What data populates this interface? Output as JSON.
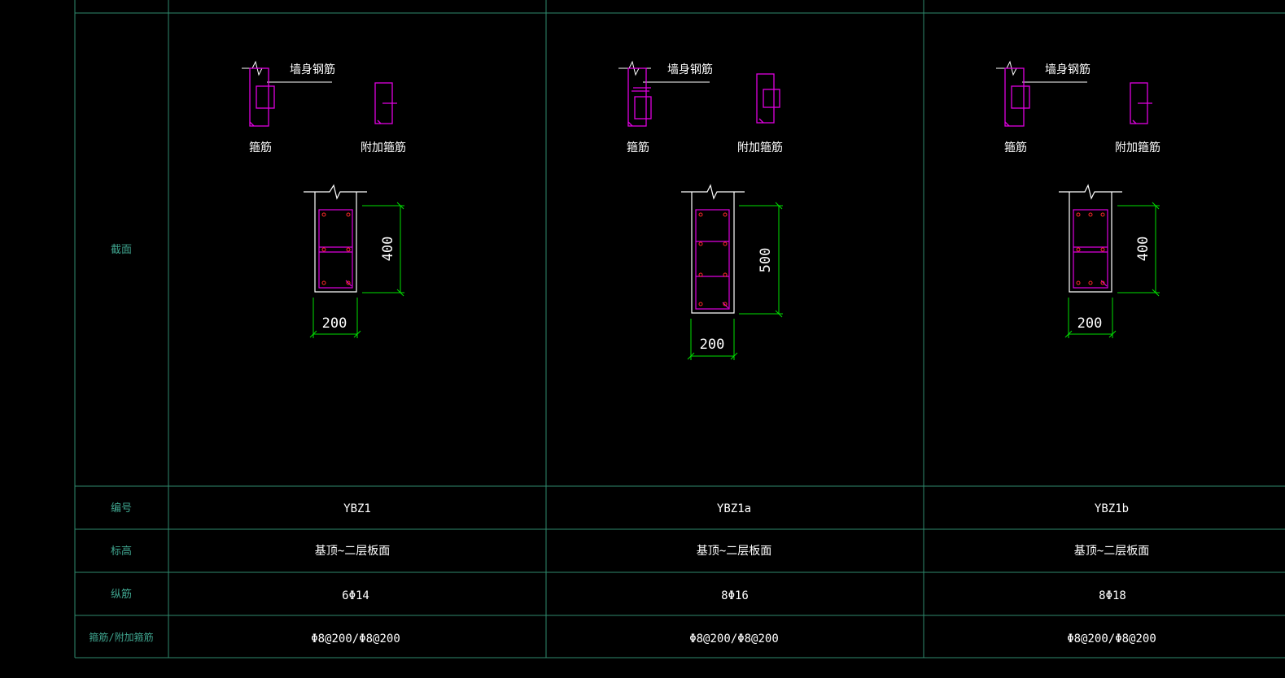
{
  "colors": {
    "background": "#000000",
    "grid": "#2f8a6e",
    "label": "#3fa58f",
    "text": "#ffffff",
    "rebar": "#e000e0",
    "dimension": "#00e000",
    "bar_dot": "#ff2a2a"
  },
  "row_labels": {
    "section": "截面",
    "number": "编号",
    "elevation": "标高",
    "longitudinal": "纵筋",
    "stirrup": "箍筋/附加箍筋"
  },
  "callouts": {
    "wall_rebar": "墙身钢筋",
    "stirrup": "箍筋",
    "extra_stirrup": "附加箍筋"
  },
  "columns": [
    {
      "id": "YBZ1",
      "elevation": "基顶~二层板面",
      "longitudinal": "6Φ14",
      "stirrup": "Φ8@200/Φ8@200",
      "width_dim": "200",
      "height_dim": "400"
    },
    {
      "id": "YBZ1a",
      "elevation": "基顶~二层板面",
      "longitudinal": "8Φ16",
      "stirrup": "Φ8@200/Φ8@200",
      "width_dim": "200",
      "height_dim": "500"
    },
    {
      "id": "YBZ1b",
      "elevation": "基顶~二层板面",
      "longitudinal": "8Φ18",
      "stirrup": "Φ8@200/Φ8@200",
      "width_dim": "200",
      "height_dim": "400"
    }
  ]
}
